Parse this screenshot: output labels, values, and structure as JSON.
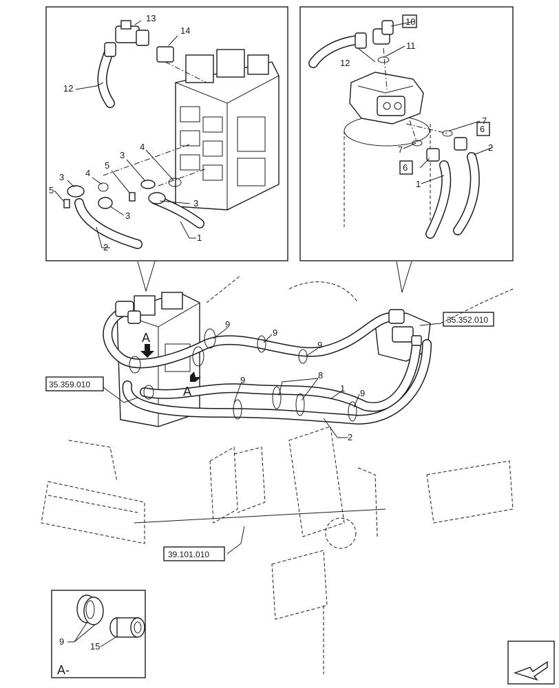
{
  "callouts": {
    "c1": "1",
    "c2": "2",
    "c3": "3",
    "c4": "4",
    "c5": "5",
    "c6": "6",
    "c7": "7",
    "c8": "8",
    "c9": "9",
    "c10": "10",
    "c11": "11",
    "c12": "12",
    "c13": "13",
    "c14": "14",
    "c15": "15"
  },
  "view_marker": "A",
  "detail_label": "A-",
  "references": {
    "ref_352": "35.352.010",
    "ref_359": "35.359.010",
    "ref_101": "39.101.010"
  },
  "icons": {
    "navigation": "arrow-icon"
  }
}
